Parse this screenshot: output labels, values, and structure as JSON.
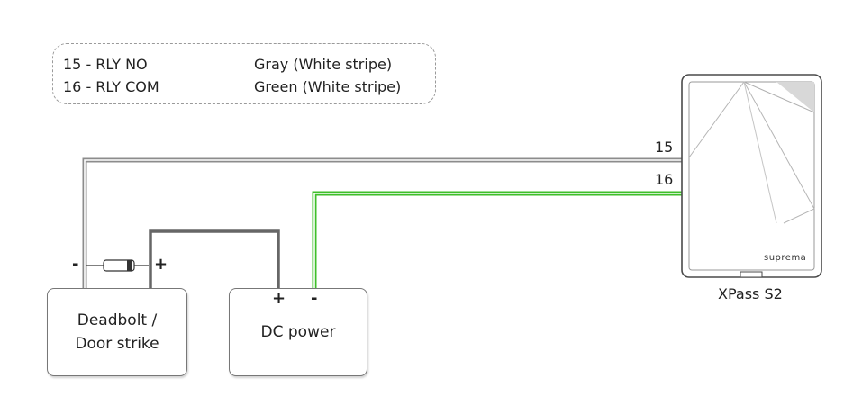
{
  "legend": {
    "rows": [
      {
        "pin": "15 -  RLY NO",
        "color": "Gray (White stripe)"
      },
      {
        "pin": "16 -  RLY COM",
        "color": "Green (White stripe)"
      }
    ]
  },
  "wires": {
    "w15": {
      "label": "15",
      "color": "#8c8c8c"
    },
    "w16": {
      "label": "16",
      "color": "#3fbf2a"
    }
  },
  "deadbolt": {
    "line1": "Deadbolt /",
    "line2": "Door strike",
    "minus": "-",
    "plus": "+"
  },
  "dc_power": {
    "label": "DC power",
    "plus": "+",
    "minus": "-"
  },
  "device": {
    "name": "XPass S2",
    "brand": "suprema"
  }
}
